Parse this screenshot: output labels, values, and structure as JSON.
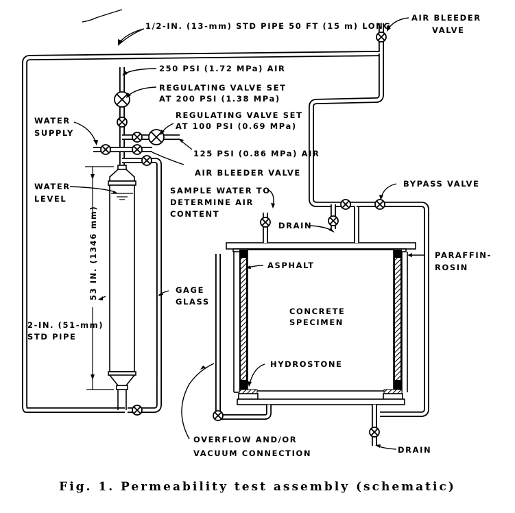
{
  "figure": {
    "caption": "Fig. 1.  Permeability test assembly (schematic)"
  },
  "labels": {
    "long_pipe": "1/2-IN. (13-mm) STD PIPE 50 FT (15 m) LONG",
    "air_bleeder_top_1": "AIR BLEEDER",
    "air_bleeder_top_2": "VALVE",
    "air_250": "250 PSI (1.72 MPa) AIR",
    "reg_200_1": "REGULATING VALVE SET",
    "reg_200_2": "AT 200 PSI (1.38 MPa)",
    "reg_100_1": "REGULATING VALVE SET",
    "reg_100_2": "AT 100 PSI (0.69 MPa)",
    "air_125": "125 PSI (0.86 MPa) AIR",
    "air_bleeder_mid": "AIR BLEEDER VALVE",
    "water_supply_1": "WATER",
    "water_supply_2": "SUPPLY",
    "water_level_1": "WATER",
    "water_level_2": "LEVEL",
    "dimension": "53 IN. (1346 mm)",
    "sample_1": "SAMPLE WATER TO",
    "sample_2": "DETERMINE AIR",
    "sample_3": "CONTENT",
    "drain_top": "DRAIN",
    "bypass": "BYPASS VALVE",
    "paraffin_1": "PARAFFIN-",
    "paraffin_2": "ROSIN",
    "asphalt": "ASPHALT",
    "specimen_1": "CONCRETE",
    "specimen_2": "SPECIMEN",
    "gage_1": "GAGE",
    "gage_2": "GLASS",
    "std_pipe_1": "2-IN. (51-mm)",
    "std_pipe_2": "STD PIPE",
    "hydrostone": "HYDROSTONE",
    "overflow_1": "OVERFLOW AND/OR",
    "overflow_2": "VACUUM CONNECTION",
    "drain_bottom": "DRAIN"
  }
}
